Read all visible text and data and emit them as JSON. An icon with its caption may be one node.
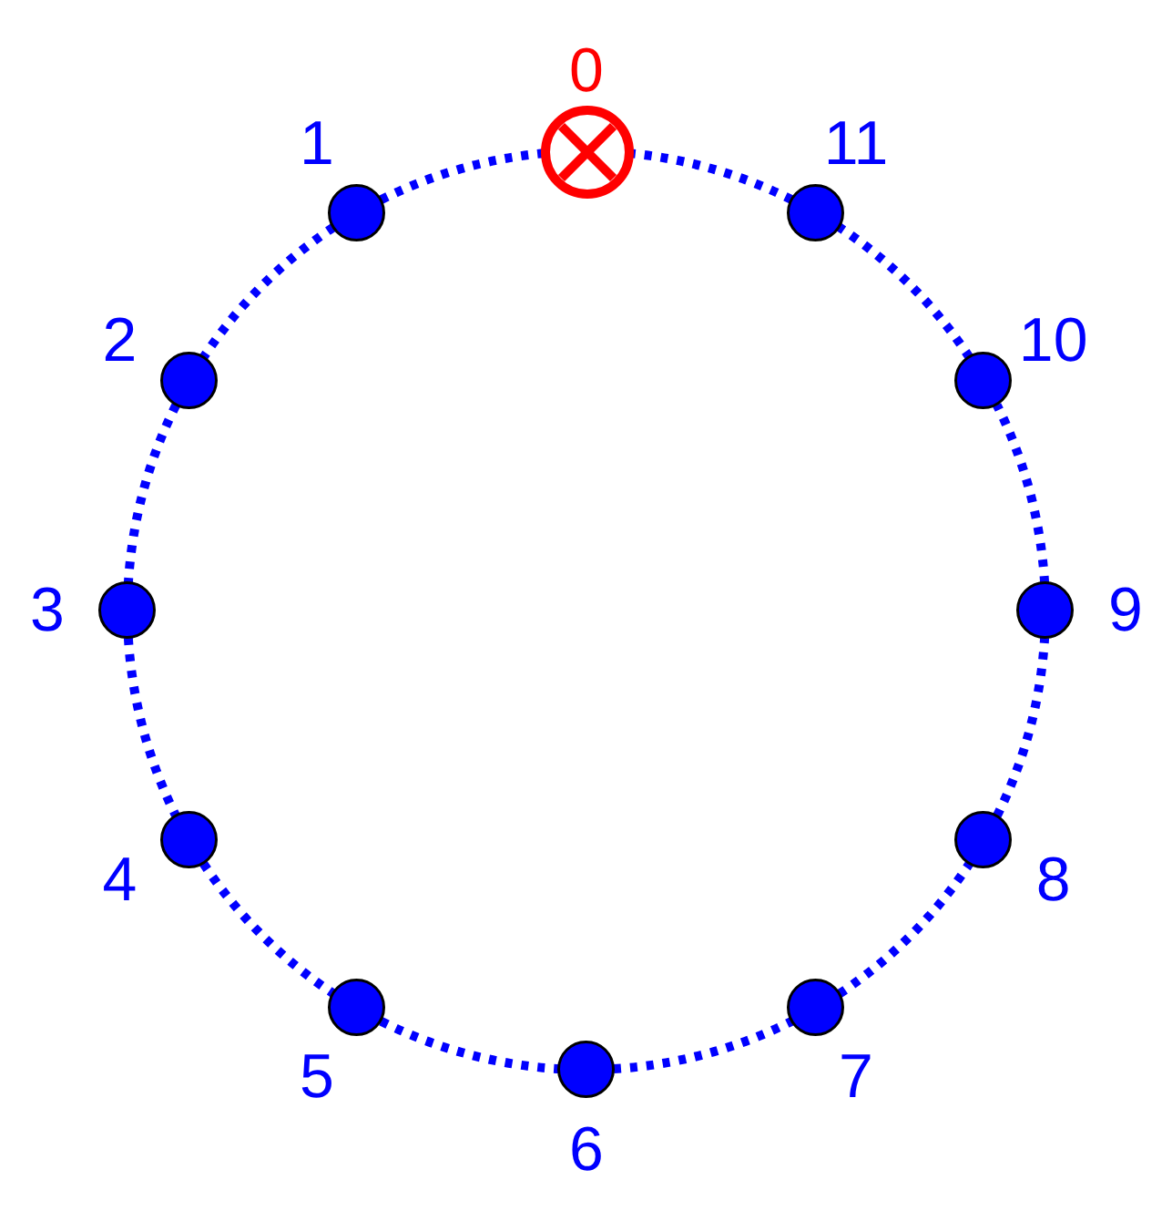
{
  "diagram": {
    "nodes": [
      {
        "text": [],
        "shape": "circle",
        "beside": [
          "0"
        ]
      },
      {
        "text": [],
        "shape": "circle",
        "beside": [
          "1"
        ]
      },
      {
        "text": [],
        "shape": "circle",
        "beside": [
          "2"
        ]
      },
      {
        "text": [],
        "shape": "circle",
        "beside": [
          "3"
        ]
      },
      {
        "text": [],
        "shape": "circle",
        "beside": [
          "4"
        ]
      },
      {
        "text": [],
        "shape": "circle",
        "beside": [
          "5"
        ]
      },
      {
        "text": [],
        "shape": "circle",
        "beside": [
          "6"
        ]
      },
      {
        "text": [],
        "shape": "circle",
        "beside": [
          "7"
        ]
      },
      {
        "text": [],
        "shape": "circle",
        "beside": [
          "8"
        ]
      },
      {
        "text": [],
        "shape": "circle",
        "beside": [
          "9"
        ]
      },
      {
        "text": [],
        "shape": "circle",
        "beside": [
          "10"
        ]
      },
      {
        "text": [],
        "shape": "circle",
        "beside": [
          "11"
        ]
      }
    ],
    "edges": [
      {
        "from": 0,
        "to": 1,
        "arrow": "none",
        "style": "dashed"
      },
      {
        "from": 1,
        "to": 2,
        "arrow": "none",
        "style": "dashed"
      },
      {
        "from": 2,
        "to": 3,
        "arrow": "none",
        "style": "dashed"
      },
      {
        "from": 3,
        "to": 4,
        "arrow": "none",
        "style": "dashed"
      },
      {
        "from": 4,
        "to": 5,
        "arrow": "none",
        "style": "dashed"
      },
      {
        "from": 5,
        "to": 6,
        "arrow": "none",
        "style": "dashed"
      },
      {
        "from": 6,
        "to": 7,
        "arrow": "none",
        "style": "dashed"
      },
      {
        "from": 7,
        "to": 8,
        "arrow": "none",
        "style": "dashed"
      },
      {
        "from": 8,
        "to": 9,
        "arrow": "none",
        "style": "dashed"
      },
      {
        "from": 9,
        "to": 10,
        "arrow": "none",
        "style": "dashed"
      },
      {
        "from": 10,
        "to": 11,
        "arrow": "none",
        "style": "dashed"
      },
      {
        "from": 11,
        "to": 0,
        "arrow": "none",
        "style": "dashed"
      }
    ]
  }
}
